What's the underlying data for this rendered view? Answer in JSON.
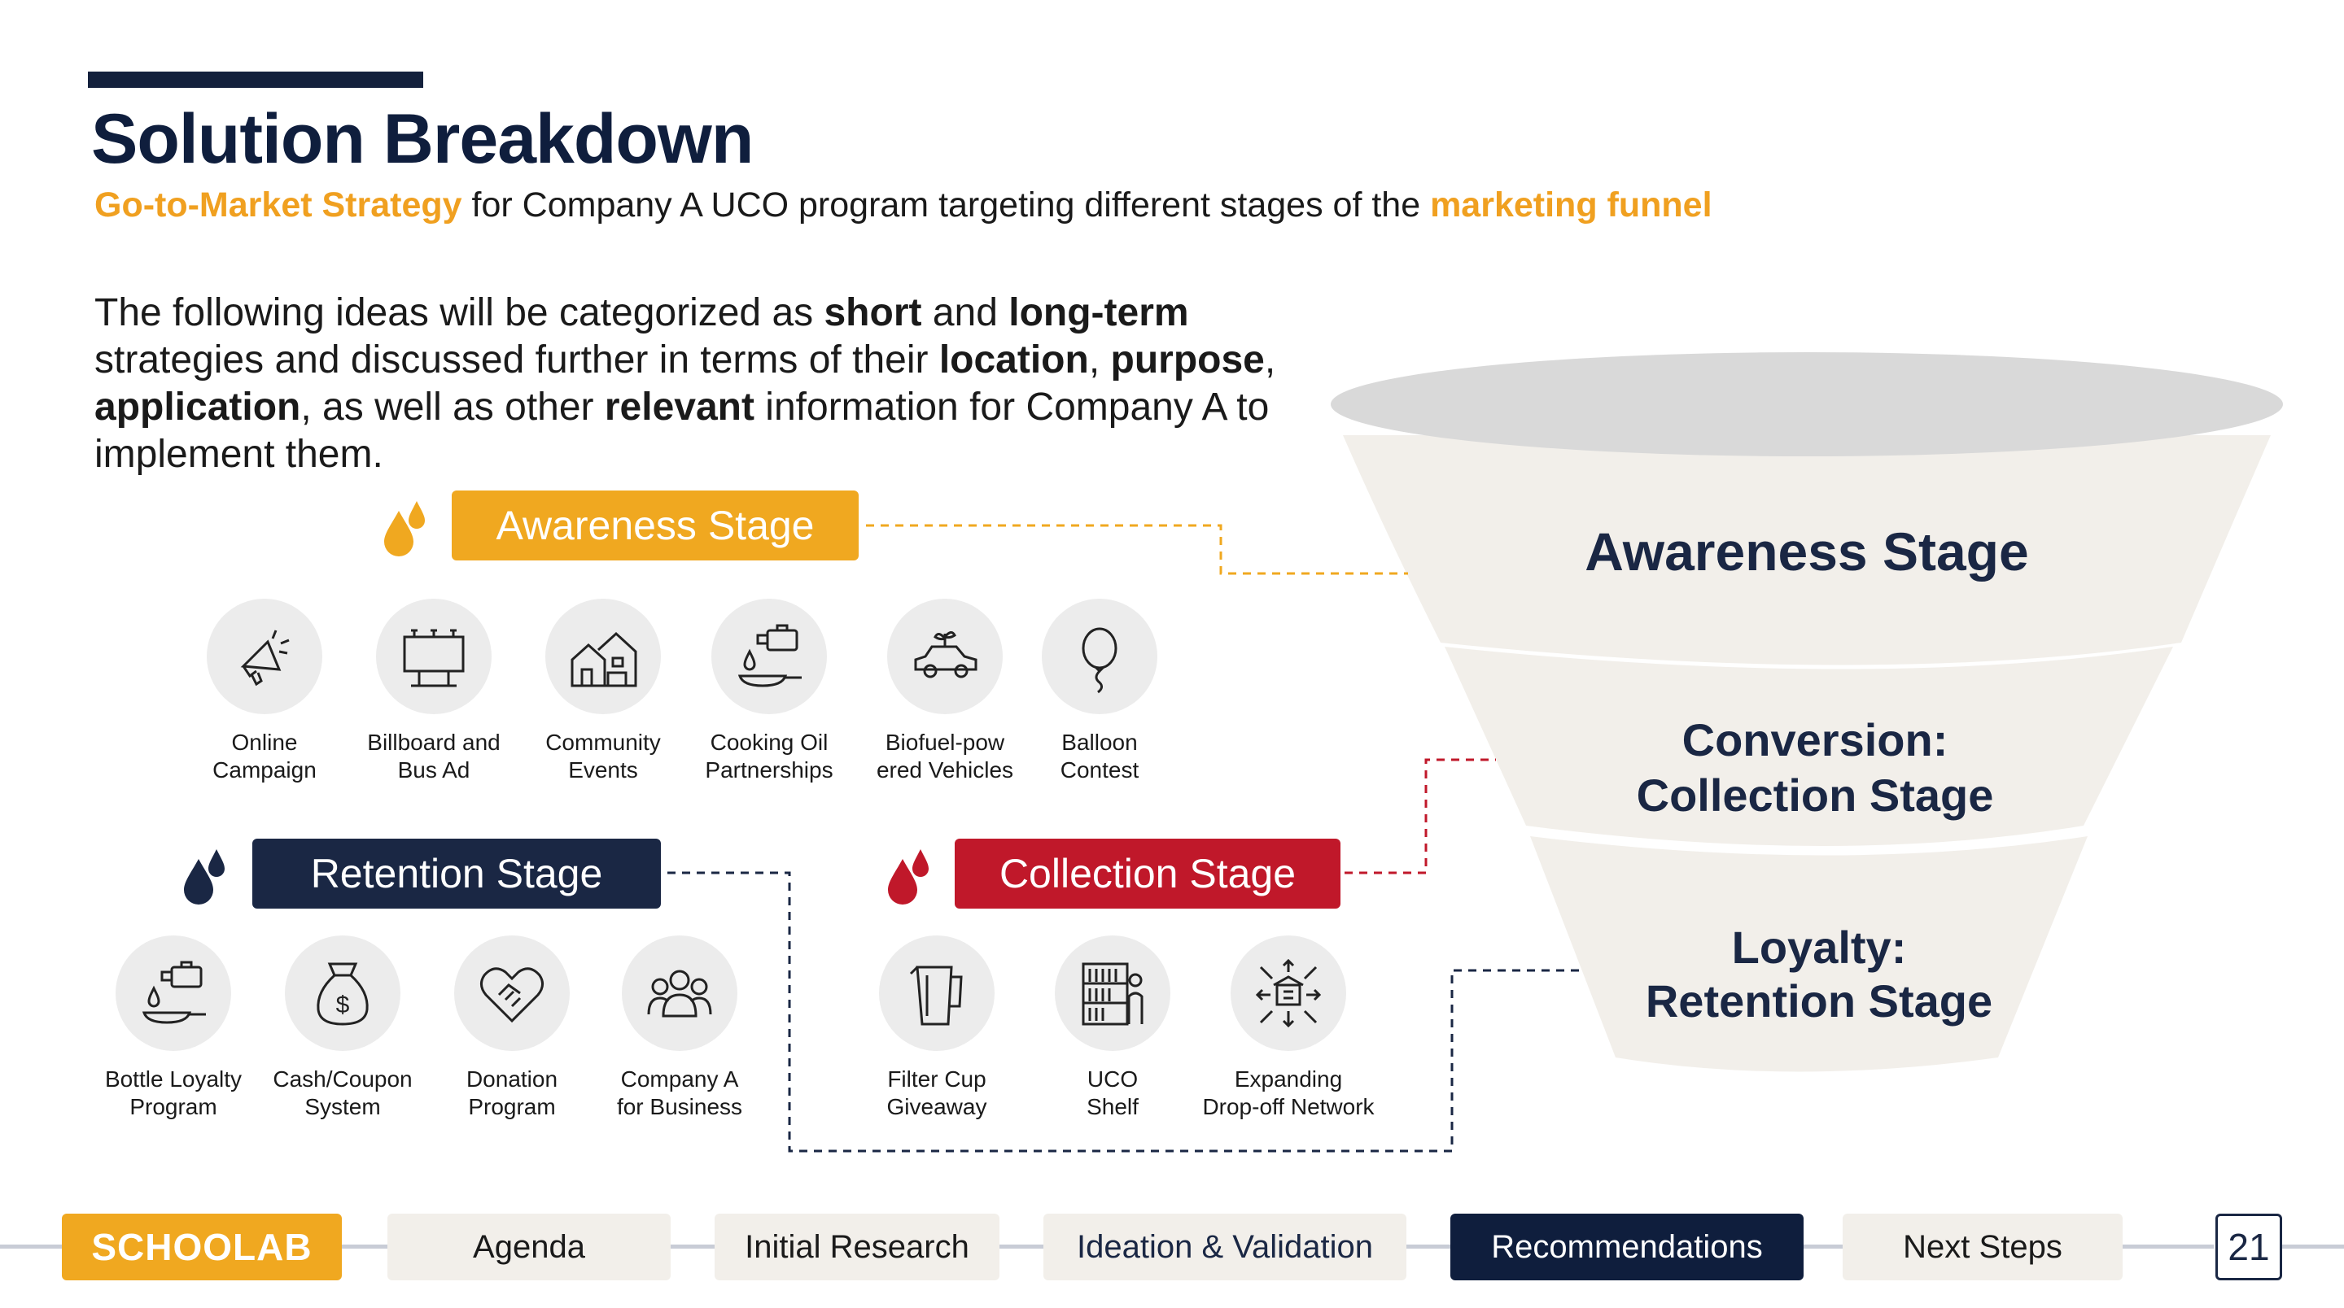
{
  "header": {
    "title": "Solution Breakdown",
    "subtitle_hl1": "Go-to-Market Strategy",
    "subtitle_mid": " for Company A UCO program targeting different stages of the ",
    "subtitle_hl2": "marketing funnel"
  },
  "intro": {
    "p1": "The following ideas will be categorized as ",
    "b1": "short",
    "p2": " and ",
    "b2": "long-term",
    "p3": " strategies and discussed further in terms of their ",
    "b3": "location",
    "p4": ", ",
    "b4": "purpose",
    "p5": ", ",
    "b5": "application",
    "p6": ", as well as other ",
    "b6": "relevant",
    "p7": " information for Company A to implement them."
  },
  "stages": {
    "awareness": {
      "label": "Awareness Stage",
      "color": "#f0a820"
    },
    "retention": {
      "label": "Retention Stage",
      "color": "#1a2744"
    },
    "collection": {
      "label": "Collection Stage",
      "color": "#c0182a"
    }
  },
  "awareness_items": [
    {
      "l1": "Online",
      "l2": "Campaign",
      "icon": "megaphone-icon"
    },
    {
      "l1": "Billboard and",
      "l2": "Bus Ad",
      "icon": "billboard-icon"
    },
    {
      "l1": "Community",
      "l2": "Events",
      "icon": "houses-icon"
    },
    {
      "l1": "Cooking Oil",
      "l2": "Partnerships",
      "icon": "oil-pan-icon"
    },
    {
      "l1": "Biofuel-pow",
      "l2": "ered Vehicles",
      "icon": "car-icon"
    },
    {
      "l1": "Balloon",
      "l2": "Contest",
      "icon": "balloon-icon"
    }
  ],
  "retention_items": [
    {
      "l1": "Bottle Loyalty",
      "l2": "Program",
      "icon": "oil-pan-icon"
    },
    {
      "l1": "Cash/Coupon",
      "l2": "System",
      "icon": "money-bag-icon"
    },
    {
      "l1": "Donation",
      "l2": "Program",
      "icon": "heart-handshake-icon"
    },
    {
      "l1": "Company A",
      "l2": "for Business",
      "icon": "group-icon"
    }
  ],
  "collection_items": [
    {
      "l1": "Filter Cup",
      "l2": "Giveaway",
      "icon": "pitcher-icon"
    },
    {
      "l1": "UCO",
      "l2": "Shelf",
      "icon": "shelf-icon"
    },
    {
      "l1": "Expanding",
      "l2": "Drop-off Network",
      "icon": "network-icon"
    }
  ],
  "funnel": {
    "top": "Awareness Stage",
    "mid_l1": "Conversion:",
    "mid_l2": "Collection Stage",
    "bot_l1": "Loyalty:",
    "bot_l2": "Retention Stage"
  },
  "nav": {
    "logo": "SCHOOLAB",
    "agenda": "Agenda",
    "initial": "Initial Research",
    "ideation": "Ideation & Validation",
    "recommendations": "Recommendations",
    "next": "Next Steps",
    "page": "21"
  }
}
